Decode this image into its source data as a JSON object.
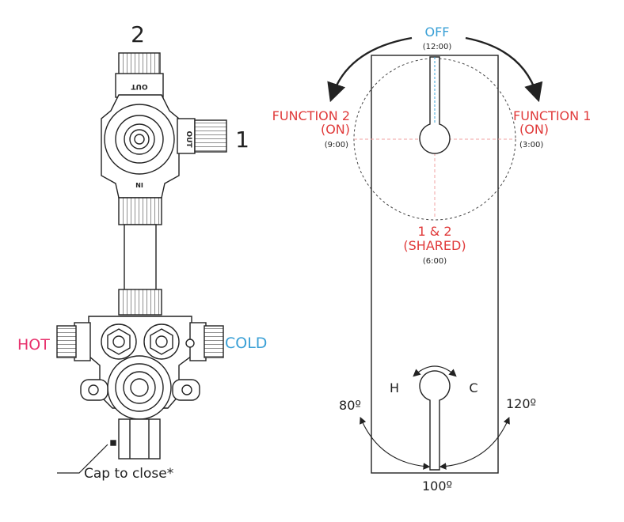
{
  "valve": {
    "outlet2_number": "2",
    "outlet1_number": "1",
    "out_label": "OUT",
    "out_label_side": "OUT",
    "in_label": "IN",
    "hot_label": "HOT",
    "cold_label": "COLD",
    "cap_label": "Cap to close*"
  },
  "plate": {
    "off_label": "OFF",
    "off_time": "(12:00)",
    "function2_label": "FUNCTION 2",
    "function2_state": "(ON)",
    "function2_time": "(9:00)",
    "function1_label": "FUNCTION 1",
    "function1_state": "(ON)",
    "function1_time": "(3:00)",
    "shared_label": "1 & 2",
    "shared_state": "(SHARED)",
    "shared_time": "(6:00)",
    "h_label": "H",
    "c_label": "C",
    "angle_left": "80º",
    "angle_right": "120º",
    "angle_bottom": "100º"
  },
  "colors": {
    "hot": "#e8336e",
    "cold": "#3aa0d6",
    "function": "#e03a3a",
    "outline": "#222222",
    "guide": "#f0a0a0"
  }
}
